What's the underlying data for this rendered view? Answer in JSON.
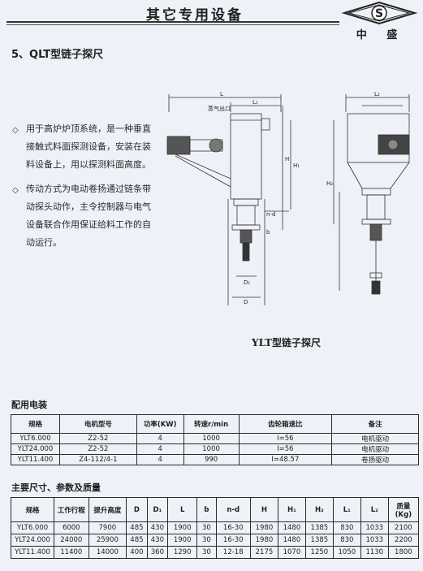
{
  "header": {
    "title": "其它专用设备",
    "logo_text": "中 盛"
  },
  "section": {
    "title": "5、QLT型链子探尺"
  },
  "bullets": [
    "用于高炉炉顶系统，是一种垂直接触式料面探测设备，安装在装料设备上，用以探测料面高度。",
    "传动方式为电动卷扬通过链条带动探头动作，主令控制器与电气设备联合作用保证给料工作的自动运行。"
  ],
  "drawing": {
    "labels": {
      "L": "L",
      "L1": "L₁",
      "outlet": "蒸气出口",
      "H": "H",
      "H1": "H₁",
      "nd": "n-d",
      "b": "b",
      "D1": "D₁",
      "D": "D",
      "L2": "L₂",
      "H2": "H₂"
    },
    "caption": "YLT型链子探尺"
  },
  "table1": {
    "heading": "配用电装",
    "headers": [
      "规格",
      "电机型号",
      "功率(KW)",
      "转速r/min",
      "齿轮箱速比",
      "备注"
    ],
    "rows": [
      [
        "YLT6.000",
        "Z2-52",
        "4",
        "1000",
        "I=56",
        "电机驱动"
      ],
      [
        "YLT24.000",
        "Z2-52",
        "4",
        "1000",
        "I=56",
        "电机驱动"
      ],
      [
        "YLT11.400",
        "Z4-112/4-1",
        "4",
        "990",
        "I=48.57",
        "卷扬驱动"
      ]
    ]
  },
  "table2": {
    "heading": "主要尺寸、参数及质量",
    "headers": [
      "规格",
      "工作行程",
      "提升高度",
      "D",
      "D₁",
      "L",
      "b",
      "n-d",
      "H",
      "H₁",
      "H₂",
      "L₁",
      "L₂",
      "质量\n(Kg)"
    ],
    "rows": [
      [
        "YLT6.000",
        "6000",
        "7900",
        "485",
        "430",
        "1900",
        "30",
        "16-30",
        "1980",
        "1480",
        "1385",
        "830",
        "1033",
        "2100"
      ],
      [
        "YLT24.000",
        "24000",
        "25900",
        "485",
        "430",
        "1900",
        "30",
        "16-30",
        "1980",
        "1480",
        "1385",
        "830",
        "1033",
        "2200"
      ],
      [
        "YLT11.400",
        "11400",
        "14000",
        "400",
        "360",
        "1290",
        "30",
        "12-18",
        "2175",
        "1070",
        "1250",
        "1050",
        "1130",
        "1800"
      ]
    ]
  }
}
